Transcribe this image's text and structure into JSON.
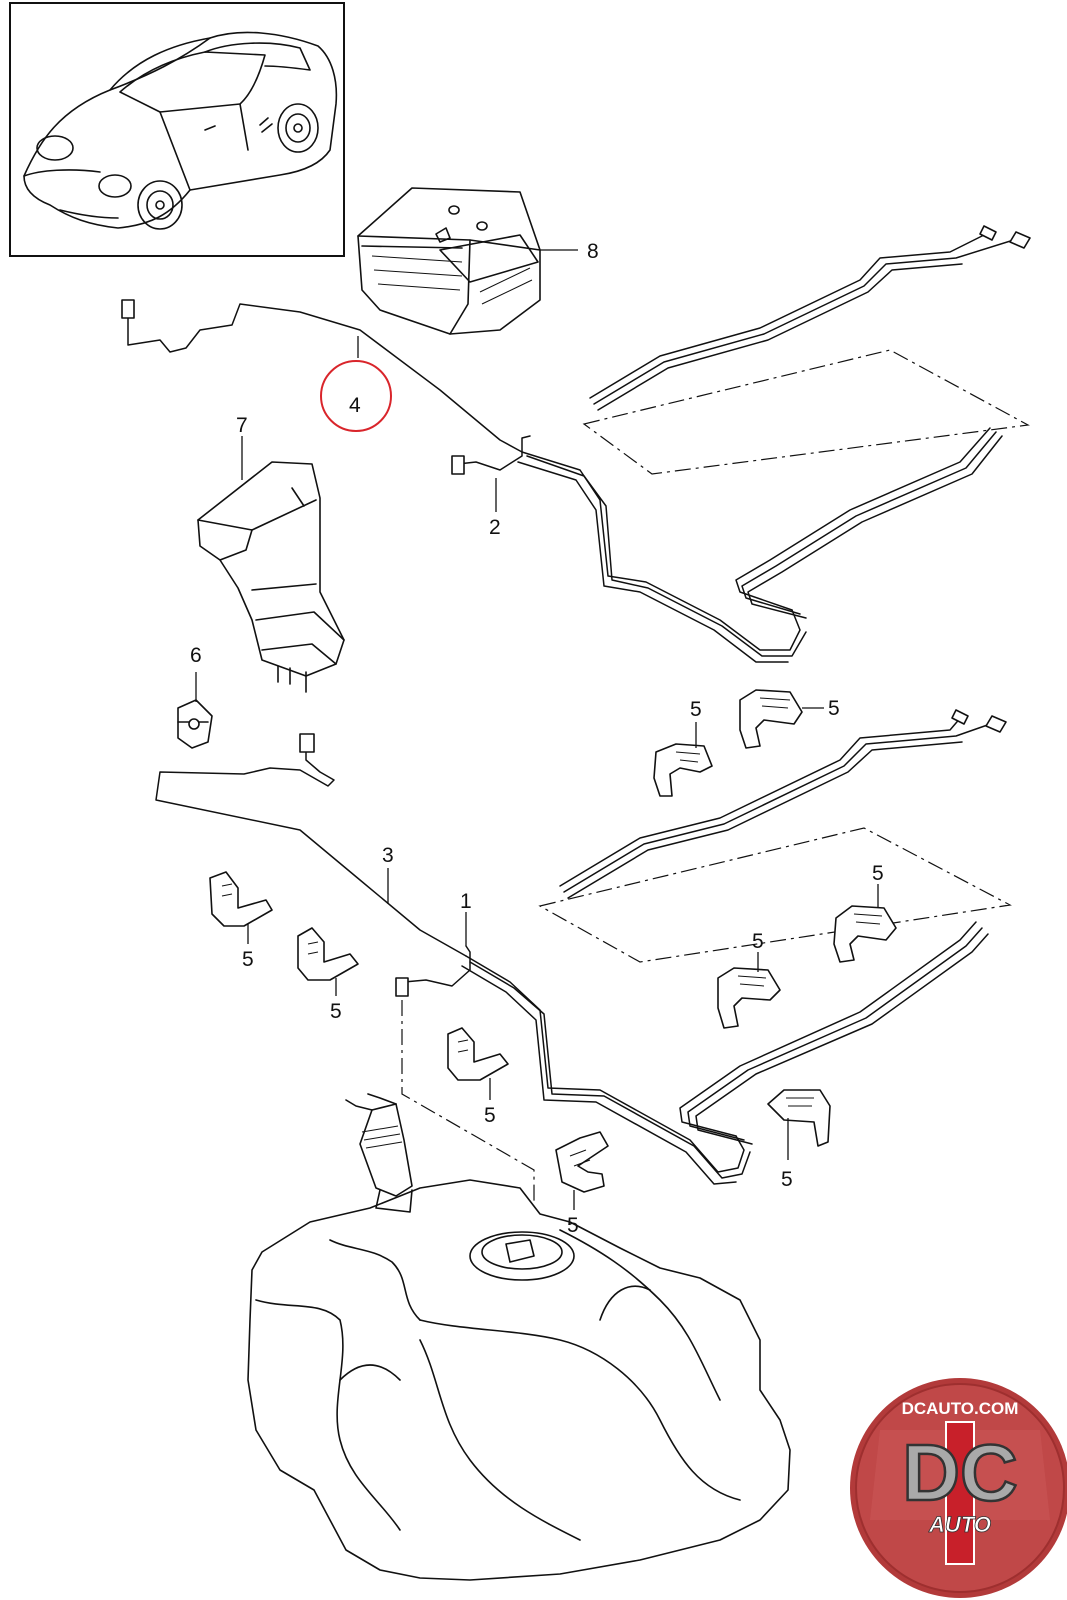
{
  "callouts": {
    "c1": "1",
    "c2": "2",
    "c3": "3",
    "c4": "4",
    "c5": "5",
    "c6": "6",
    "c7": "7",
    "c8": "8"
  },
  "logo": {
    "site": "DCAUTO.COM",
    "initials": "DC",
    "word": "AUTO",
    "ring_color": "#b23a3a",
    "stripe_color": "#c8202a"
  },
  "highlight": {
    "part": "4",
    "color": "#d9252b"
  }
}
